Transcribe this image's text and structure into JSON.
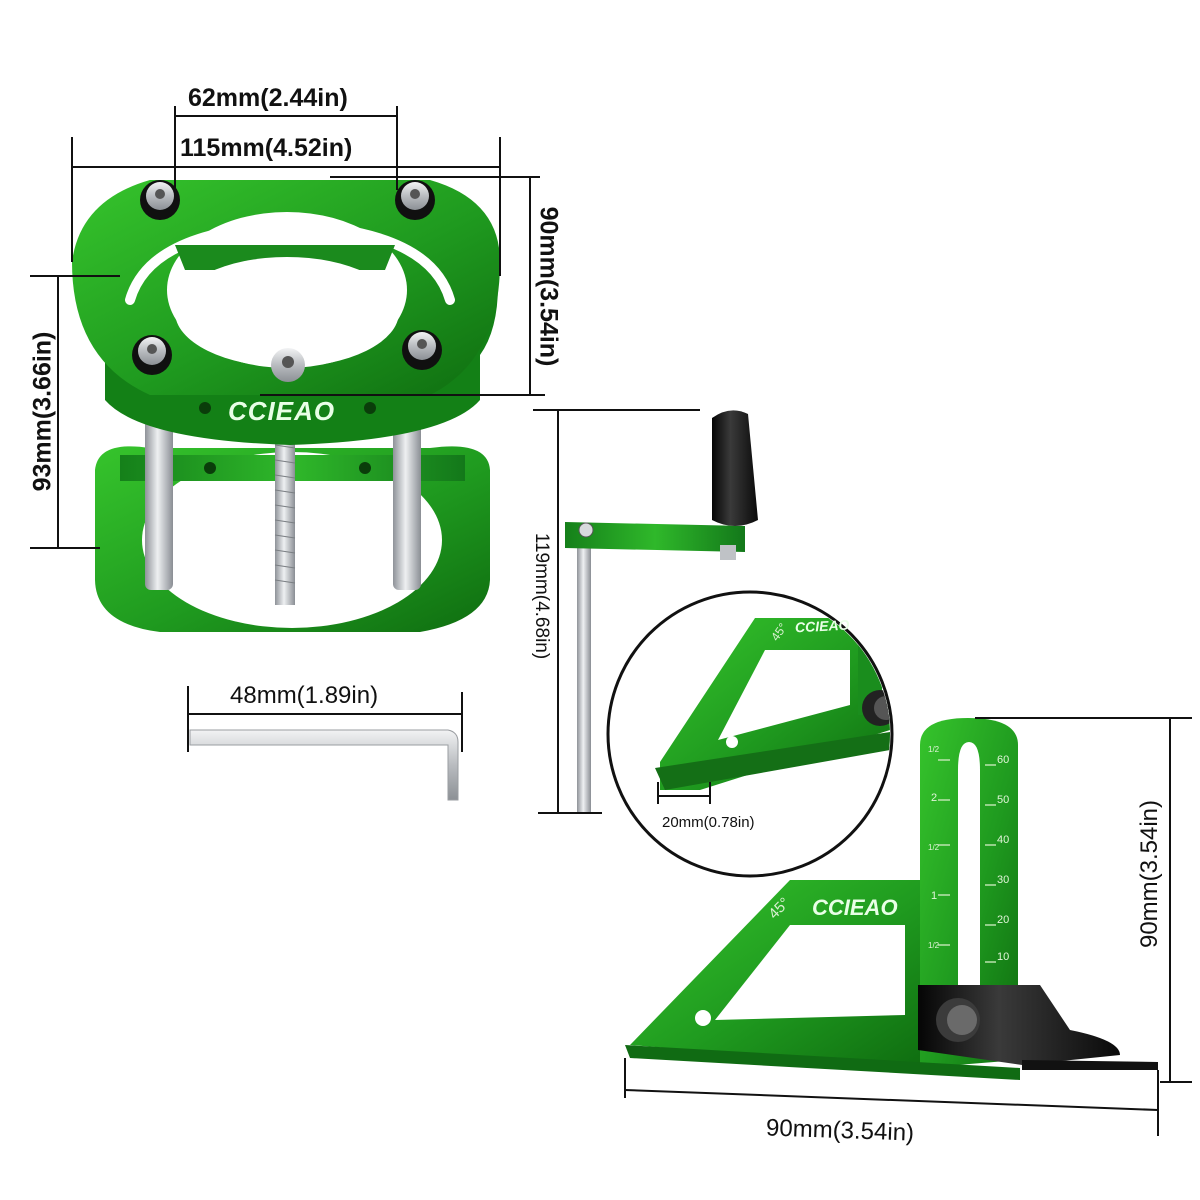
{
  "colors": {
    "anodized_green": "#1f9a1f",
    "green_dark": "#0f6d10",
    "green_light": "#36c42c",
    "steel": "#c9ccd0",
    "black": "#161616"
  },
  "brand_logo": "CCIEAO",
  "dimensions": {
    "base_inner_width": "62mm(2.44in)",
    "base_outer_width": "115mm(4.52in)",
    "base_plate_height": "90mm(3.54in)",
    "base_total_height": "93mm(3.66in)",
    "hex_key_length": "48mm(1.89in)",
    "crank_height": "119mm(4.68in)",
    "gauge_lip_width": "20mm(0.78in)",
    "square_height": "90mm(3.54in)",
    "square_width": "90mm(3.54in)"
  },
  "gauge_angle_label": "45°",
  "scale_marks": [
    "60",
    "50",
    "40",
    "30",
    "20",
    "10"
  ],
  "scale_marks_left": [
    "1/2",
    "2",
    "1/2",
    "1",
    "1/2"
  ]
}
